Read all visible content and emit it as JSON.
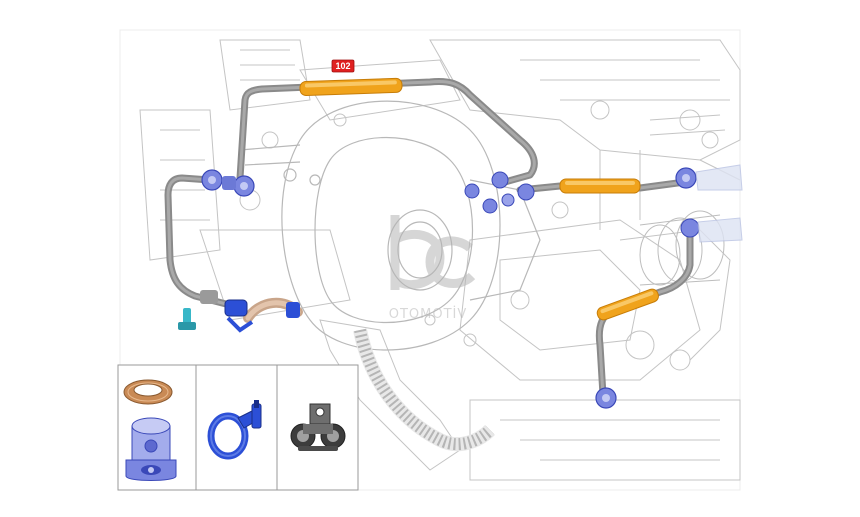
{
  "diagram": {
    "callout": {
      "label": "102",
      "color": "#e02020"
    },
    "watermark": {
      "logo_text": "OTOMOTİV"
    },
    "colors": {
      "pipe": "#8c8c8c",
      "pipe_highlight": "#f0a31c",
      "fitting": "#7a86e0",
      "fitting_dark": "#3a48b8",
      "clamp": "#2c4fd6",
      "line_art": "#bdbdbd",
      "washer": "#c98a55",
      "bracket": "#6e6e6e"
    },
    "inset_parts": [
      {
        "name": "washer",
        "icon": "washer-icon"
      },
      {
        "name": "banjo-bolt",
        "icon": "banjo-bolt-icon"
      },
      {
        "name": "hose-clamp",
        "icon": "hose-clamp-icon"
      },
      {
        "name": "pipe-bracket-clip",
        "icon": "clip-icon"
      }
    ]
  }
}
